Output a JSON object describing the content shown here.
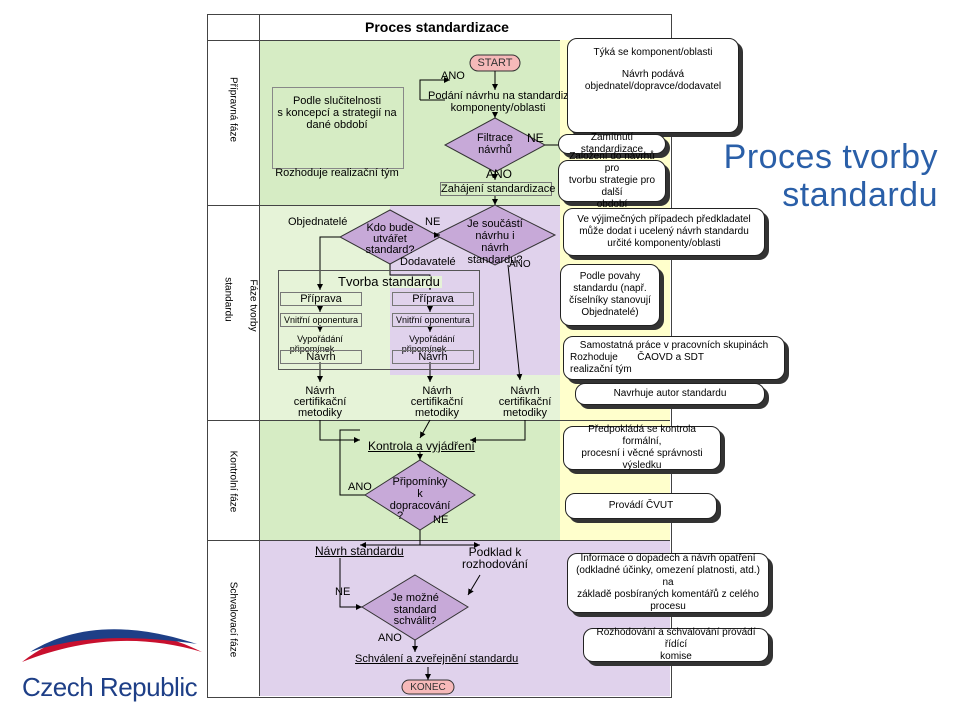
{
  "title": "Proces standardizace",
  "big_title_line1": "Proces tvorby",
  "big_title_line2": "standardu",
  "logo_text": "Czech Republic",
  "lanes": {
    "l1": "Přípravná fáze",
    "l2": "Fáze tvorby",
    "l2b": "standardu",
    "l3": "Kontrolní fáze",
    "l4": "Schvalovací fáze"
  },
  "nodes": {
    "start": "START",
    "ano_top": "ANO",
    "podani": "Podání návrhu na standardizaci",
    "podani2": "komponenty/oblasti",
    "filtrace": "Filtrace",
    "filtrace2": "návrhů",
    "ne_filtrace": "NE",
    "ano_filtrace": "ANO",
    "zahajeni": "Zahájení standardizace",
    "podle1": "Podle slučitelnosti",
    "podle2": "s koncepcí a strategií na",
    "podle3": "dané období",
    "rozhoduje": "Rozhoduje realizační tým",
    "objednatele": "Objednatelé",
    "kdo1": "Kdo bude",
    "kdo2": "utvářet",
    "kdo3": "standard?",
    "ne_kdo": "NE",
    "dodavatele": "Dodavatelé",
    "je1": "Je součástí",
    "je2": "návrhu i",
    "je3": "návrh",
    "je4": "standardu?",
    "ano_je": "ANO",
    "tvorba": "Tvorba standardu",
    "priprava_l": "Příprava",
    "vnitrni_l": "Vnitřní oponentura",
    "vyporadani_l": "Vypořádání",
    "pripominek_l": "připomínek",
    "navrh_l": "Návrh",
    "priprava_r": "Příprava",
    "vnitrni_r": "Vnitřní oponentura",
    "vyporadani_r": "Vypořádání",
    "pripominek_r": "připomínek",
    "navrh_r": "Návrh",
    "cert1_a": "Návrh",
    "cert1_b": "certifikační",
    "cert1_c": "metodiky",
    "cert2_a": "Návrh",
    "cert2_b": "certifikační",
    "cert2_c": "metodiky",
    "cert3_a": "Návrh",
    "cert3_b": "certifikační",
    "cert3_c": "metodiky",
    "kontrola": "Kontrola a vyjádření",
    "ano_pripom": "ANO",
    "pripom1": "Připomínky",
    "pripom2": "k",
    "pripom3": "dopracování",
    "pripom4": "?",
    "ne_pripom": "NE",
    "navrh_std": "Návrh standardu",
    "podklad1": "Podklad k",
    "podklad2": "rozhodování",
    "ne_mozne": "NE",
    "mozne1": "Je možné",
    "mozne2": "standard",
    "mozne3": "schválit?",
    "ano_mozne": "ANO",
    "schvaleni": "Schválení a zveřejnění standardu",
    "konec": "KONEC"
  },
  "notes": {
    "n1_a": "Týká se komponent/oblasti",
    "n1_b": "Návrh podává",
    "n1_c": "objednatel/dopravce/dodavatel",
    "n2": "Zamítnutí standardizace",
    "n3_a": "Založení do návrhů pro",
    "n3_b": "tvorbu strategie pro další",
    "n3_c": "období",
    "n4_a": "Ve výjimečných případech předkladatel",
    "n4_b": "může dodat i ucelený návrh standardu",
    "n4_c": "určité komponenty/oblasti",
    "n5_a": "Podle povahy",
    "n5_b": "standardu (např.",
    "n5_c": "číselníky stanovují",
    "n5_d": "Objednatelé)",
    "n6_a": "Samostatná práce v pracovních skupinách",
    "n6_b": "Rozhoduje",
    "n6_c": "ČAOVD a SDT",
    "n6_d": "realizační tým",
    "n7": "Navrhuje autor standardu",
    "n8_a": "Předpokládá se kontrola formální,",
    "n8_b": "procesní i věcné správnosti",
    "n8_c": "výsledku",
    "n9": "Provádí ČVUT",
    "n10_a": "Informace o dopadech a návrh opatření",
    "n10_b": "(odkladné účinky, omezení platnosti, atd.) na",
    "n10_c": "základě posbíraných komentářů z celého",
    "n10_d": "procesu",
    "n11_a": "Rozhodování a schvalování provádí řídící",
    "n11_b": "komise"
  },
  "colors": {
    "lane_green": "#d6ecc4",
    "lane_yellow": "#ffffcc",
    "lane_purple": "#d9c6e8",
    "diamond_purple": "#c7a9d8",
    "title_blue": "#2a5fa8",
    "logo_red": "#c8102e",
    "logo_blue": "#1e3f87"
  }
}
